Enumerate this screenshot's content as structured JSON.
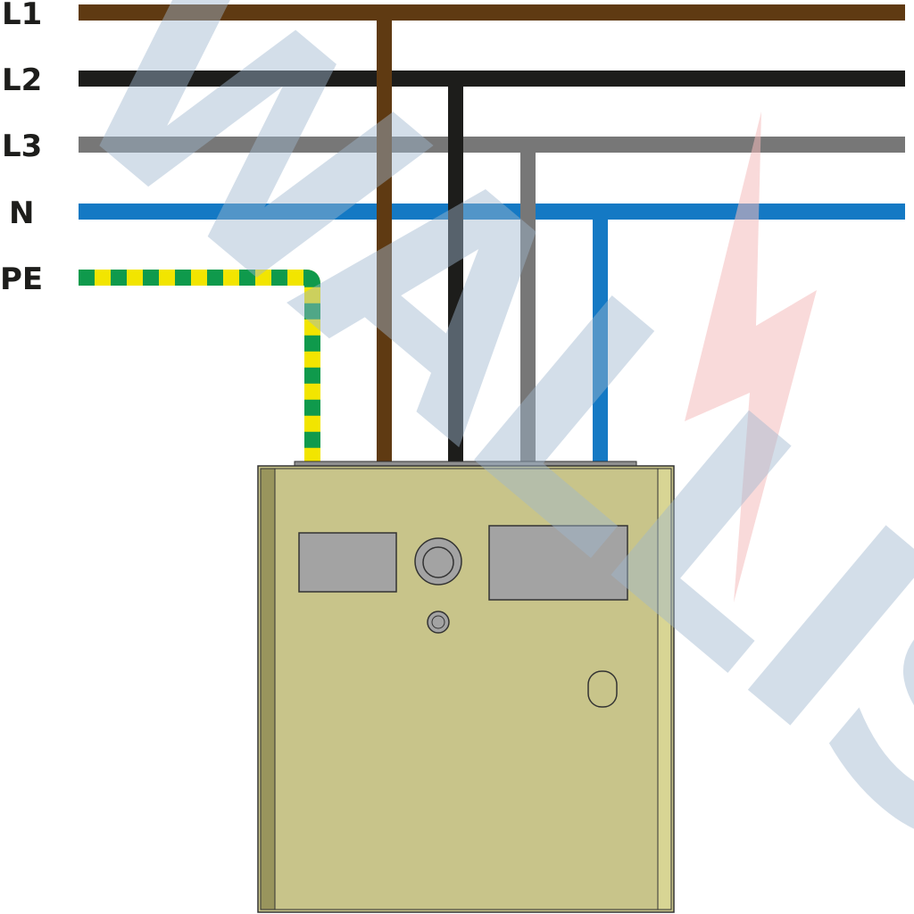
{
  "labels": {
    "l1": "L1",
    "l2": "L2",
    "l3": "L3",
    "n": "N",
    "pe": "PE"
  },
  "watermark": "WALLIS",
  "colors": {
    "l1": "#5f3a12",
    "l2": "#1d1d1b",
    "l3": "#777777",
    "n": "#1479c4",
    "pe_yellow": "#f2e500",
    "pe_green": "#0f9a4c",
    "box": "#c8c48a",
    "lightning": "#f4bcbc"
  }
}
